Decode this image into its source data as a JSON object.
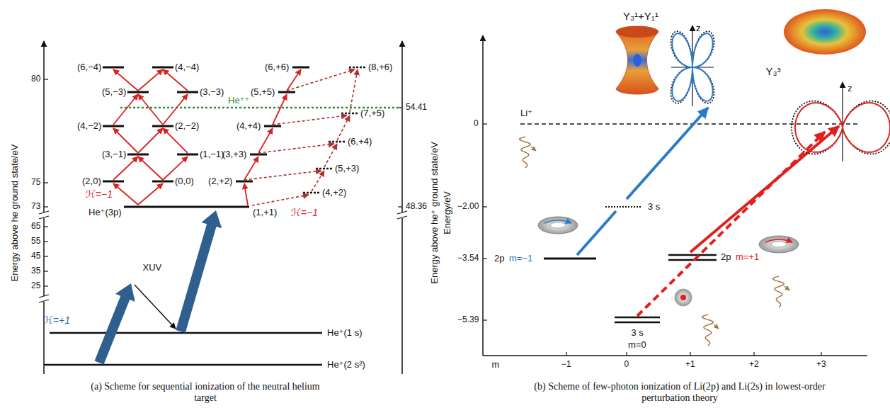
{
  "diagram": {
    "labels": [
      "Energy above he ground state/eV",
      "80",
      "75",
      "73",
      "65",
      "55",
      "45",
      "35",
      "25",
      "(6,−4)",
      "(4,−4)",
      "(5,−3)",
      "(3,−3)",
      "(4,−2)",
      "(2,−2)",
      "(3,−1)",
      "(1,−1)",
      "(2,0)",
      "(0,0)",
      "ℋ=−1",
      "He⁺(3p)",
      "(1,+1)",
      "(2,+2)",
      "(3,+3)",
      "(4,+4)",
      "(5,+5)",
      "(6,+6)",
      "(8,+6)",
      "(7,+5)",
      "(6,+4)",
      "(5,+3)",
      "(4,+2)",
      "ℋ=−1",
      "He⁺⁺",
      "54.41",
      "48.36",
      "Energy above he⁺ ground state/eV",
      "XUV",
      "ℋ=+1",
      "He⁺(1 s)",
      "He⁺(2 s²)",
      "(a) Scheme for sequential ionization of the neutral helium target",
      "Energy/eV",
      "0",
      "−2.00",
      "−3.54",
      "−5.39",
      "Li⁺",
      "3 s",
      "2p",
      "m=−1",
      "2p",
      "m=+1",
      "3 s",
      "m=0",
      "m",
      "−1",
      "0",
      "+1",
      "+2",
      "+3",
      "Y₃¹+Y₁¹",
      "z",
      "Y₃³",
      "z",
      "(b) Scheme of few-photon ionization of Li(2p) and Li(2s) in lowest-order perturbation theory"
    ]
  }
}
